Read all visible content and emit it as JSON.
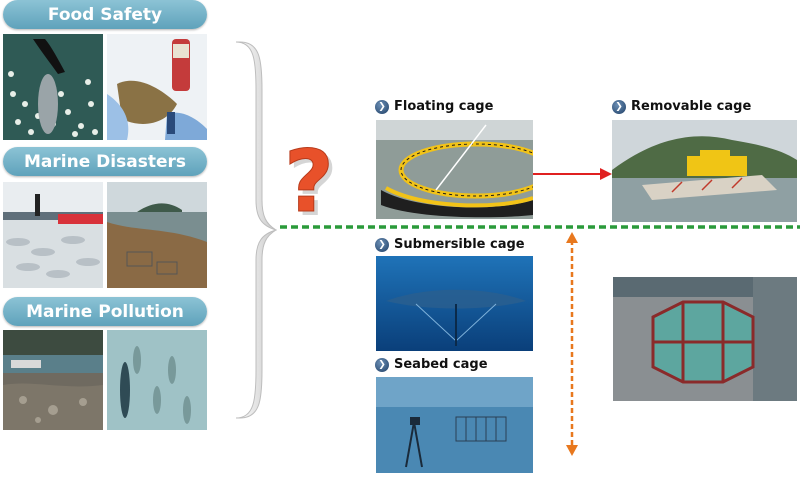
{
  "categories": {
    "food_safety": "Food Safety",
    "marine_disasters": "Marine Disasters",
    "marine_pollution": "Marine Pollution"
  },
  "cages": {
    "floating": "Floating cage",
    "removable": "Removable cage",
    "submersible": "Submersible cage",
    "seabed": "Seabed cage"
  },
  "question_mark": "?",
  "bullet_glyph": "❯",
  "colors": {
    "pill": "#6fb0c6",
    "red_arrow": "#e02020",
    "orange_arrow": "#e8781e",
    "green_dash": "#2a9a3a",
    "question": "#e8512a"
  }
}
